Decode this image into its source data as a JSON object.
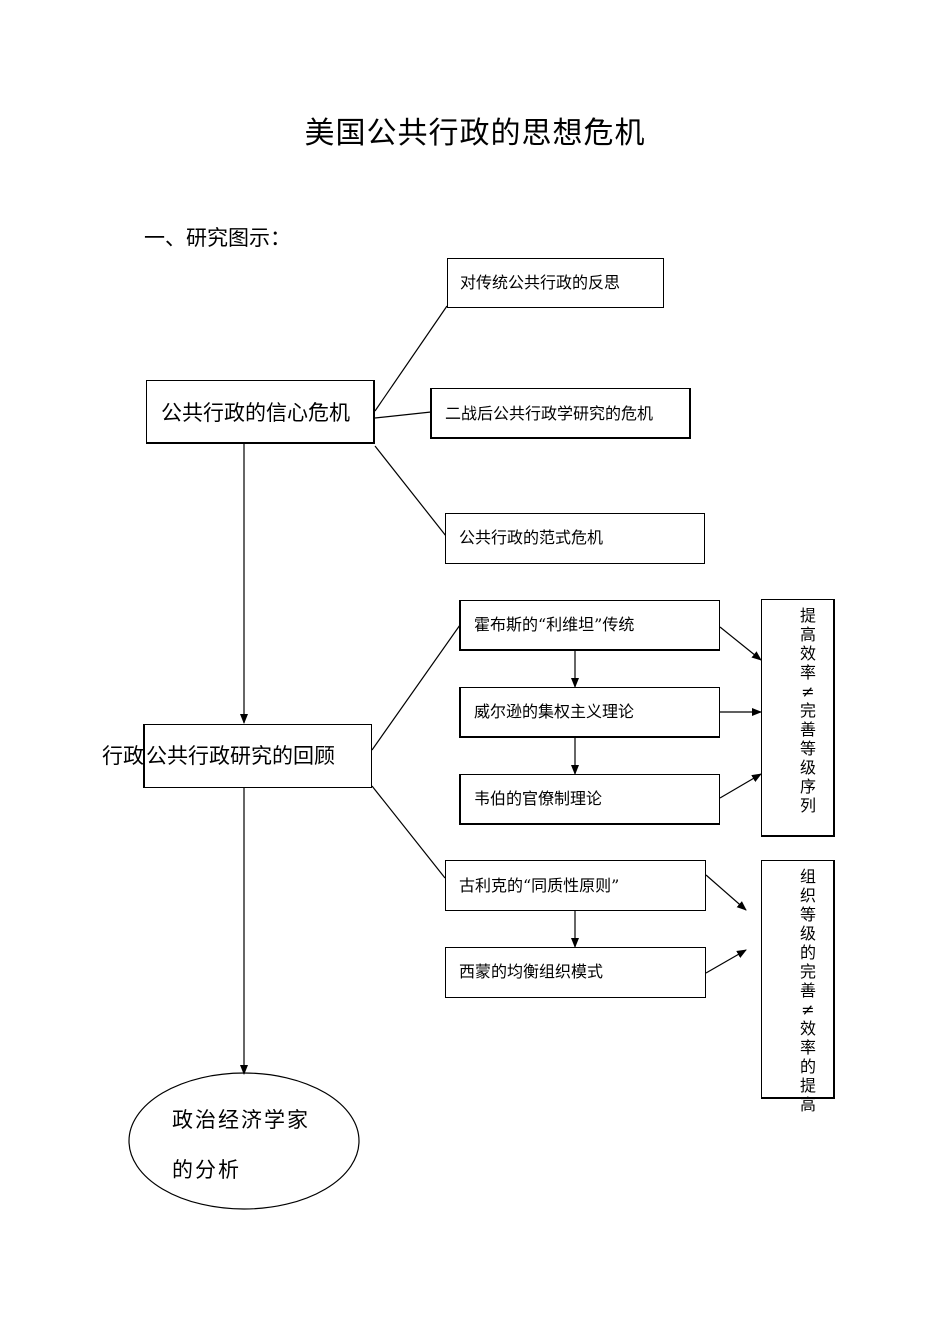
{
  "title": "美国公共行政的思想危机",
  "section_heading": "一、研究图示：",
  "nodes": {
    "confidence_crisis": "公共行政的信心危机",
    "reflection": "对传统公共行政的反思",
    "postwar_crisis": "二战后公共行政学研究的危机",
    "paradigm_crisis": "公共行政的范式危机",
    "review_prefix": "行政",
    "review": "公共行政研究的回顾",
    "hobbes": "霍布斯的“利维坦”传统",
    "wilson": "威尔逊的集权主义理论",
    "weber": "韦伯的官僚制理论",
    "gulick": "古利克的“同质性原则”",
    "simon": "西蒙的均衡组织模式",
    "efficiency_note": "提高效率≠完善等级序列",
    "perfection_note": "组织等级的完善≠效率的提高",
    "economist_line1": "政治经济学家",
    "economist_line2": "的分析"
  }
}
